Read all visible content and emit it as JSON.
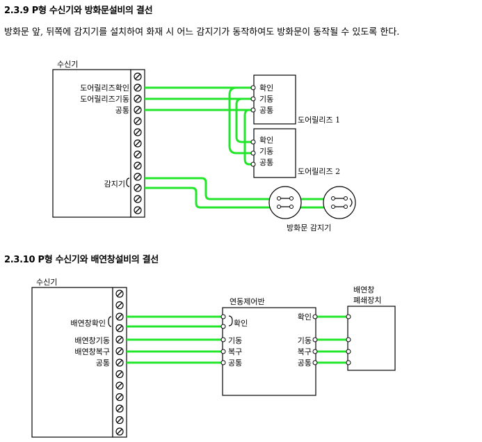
{
  "section1": {
    "title": "2.3.9 P형 수신기와 방화문설비의 결선",
    "intro": "방화문 앞, 뒤쪽에 감지기를 설치하여 화재 시 어느 감지기가 동작하여도 방화문이 동작될 수 있도록 한다.",
    "receiver_title": "수신기",
    "receiver_labels": [
      "도어릴리즈확인",
      "도어릴리즈기동",
      "공통"
    ],
    "detector_label": "감지기",
    "release1": {
      "labels": [
        "확인",
        "기동",
        "공통"
      ],
      "name": "도어릴리즈 1"
    },
    "release2": {
      "labels": [
        "확인",
        "기동",
        "공통"
      ],
      "name": "도어릴리즈 2"
    },
    "detector_caption": "방화문 감지기"
  },
  "section2": {
    "title": "2.3.10 P형 수신기와 배연창설비의 결선",
    "receiver_title": "수신기",
    "receiver_labels": [
      "배연창확인",
      "배연창기동",
      "배연창복구",
      "공통"
    ],
    "control_title": "연동제어반",
    "control_left_labels": [
      "확인",
      "기동",
      "복구",
      "공통"
    ],
    "control_right_labels": [
      "확인",
      "기동",
      "복구",
      "공통"
    ],
    "device_title_line1": "배연창",
    "device_title_line2": "폐쇄장치"
  },
  "colors": {
    "wire": "#22e62a",
    "line": "#000000"
  }
}
